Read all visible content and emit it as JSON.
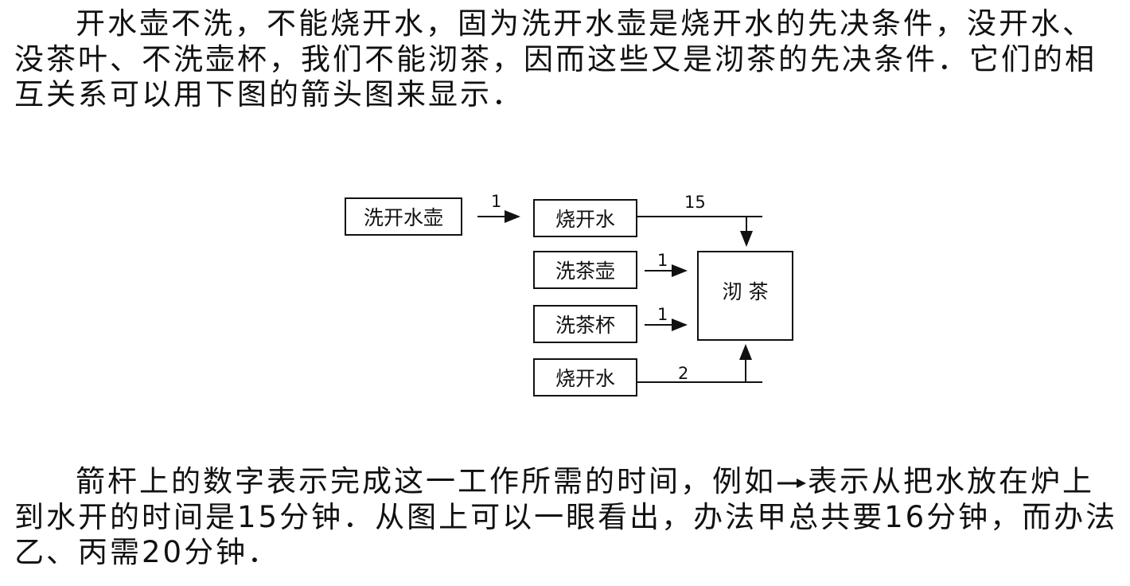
{
  "paragraph1": {
    "lines": [
      "开水壶不洗，不能烧开水，固为洗开水壶是烧开水的先决条件，没开水、",
      "没茶叶、不洗壶杯，我们不能沏茶，因而这些又是沏茶的先决条件．它们的相",
      "互关系可以用下图的箭头图来显示．"
    ]
  },
  "diagram": {
    "boxes": {
      "wash_kettle": "洗开水壶",
      "boil_water_top": "烧开水",
      "wash_teapot": "洗茶壶",
      "wash_cups": "洗茶杯",
      "boil_water_bottom": "烧开水",
      "make_tea": "沏 茶"
    },
    "edge_labels": {
      "wash_kettle_to_boil": "1",
      "boil_to_tea": "15",
      "teapot_to_tea": "1",
      "cups_to_tea": "1",
      "boil_bottom_to_tea": "2"
    }
  },
  "paragraph2": {
    "line1_before_arrow": "箭杆上的数字表示完成这一工作所需的时间，例如",
    "line1_after_arrow": "表示从把水放在炉上",
    "line2": "到水开的时间是15分钟．从图上可以一眼看出，办法甲总共要16分钟，而办法",
    "line3": "乙、丙需20分钟．"
  }
}
